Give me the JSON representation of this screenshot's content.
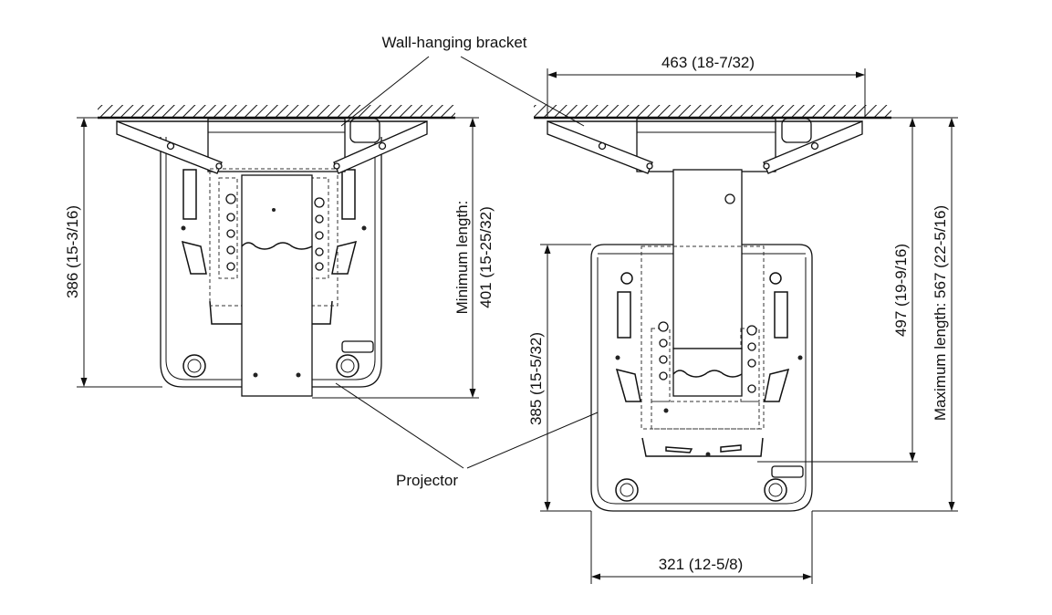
{
  "labels": {
    "wall_bracket": "Wall-hanging bracket",
    "projector": "Projector"
  },
  "dimensions": {
    "left_height": "386 (15-3/16)",
    "min_length": "Minimum length:",
    "min_length_value": "401 (15-25/32)",
    "top_width": "463 (18-7/32)",
    "right_proj_height": "385 (15-5/32)",
    "right_height": "497 (19-9/16)",
    "max_length": "Maximum length: 567 (22-5/16)",
    "bottom_width": "321 (12-5/8)"
  }
}
